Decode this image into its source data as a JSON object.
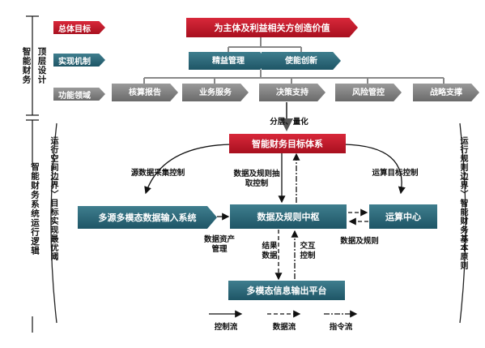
{
  "top_section_label": "顶层设计",
  "top_section_label2": "智能财务",
  "left_section_label": "智能财务系统运行逻辑",
  "row_tags": {
    "goal": "总体目标",
    "mechanism": "实现机制",
    "domain": "功能领域"
  },
  "goal_box": "为主体及利益相关方创造价值",
  "mechanism_boxes": [
    "精益管理",
    "使能创新"
  ],
  "domain_boxes": [
    "核算报告",
    "业务服务",
    "决策支持",
    "风险管控",
    "战略支撑"
  ],
  "layering_label": "分层、量化",
  "target_system": "智能财务目标体系",
  "left_bracket_text": "运行空间边界〉目标实现最优阈",
  "right_bracket_text": "运行规则边界〉智能财务基本原则",
  "source_control": "源数据采集控制",
  "data_rule_extract": "数据及规则抽取控制",
  "compute_target_control": "运算目标控制",
  "multi_source_input": "多源多模态数据输入系统",
  "data_rule_hub": "数据及规则中枢",
  "compute_center": "运算中心",
  "data_asset_mgmt": "数据资产管理",
  "result_data": "结果数据",
  "interaction_control": "交互控制",
  "data_and_rules": "数据及规则",
  "output_platform": "多模态信息输出平台",
  "legend": {
    "control": "控制流",
    "data": "数据流",
    "command": "指令流"
  }
}
